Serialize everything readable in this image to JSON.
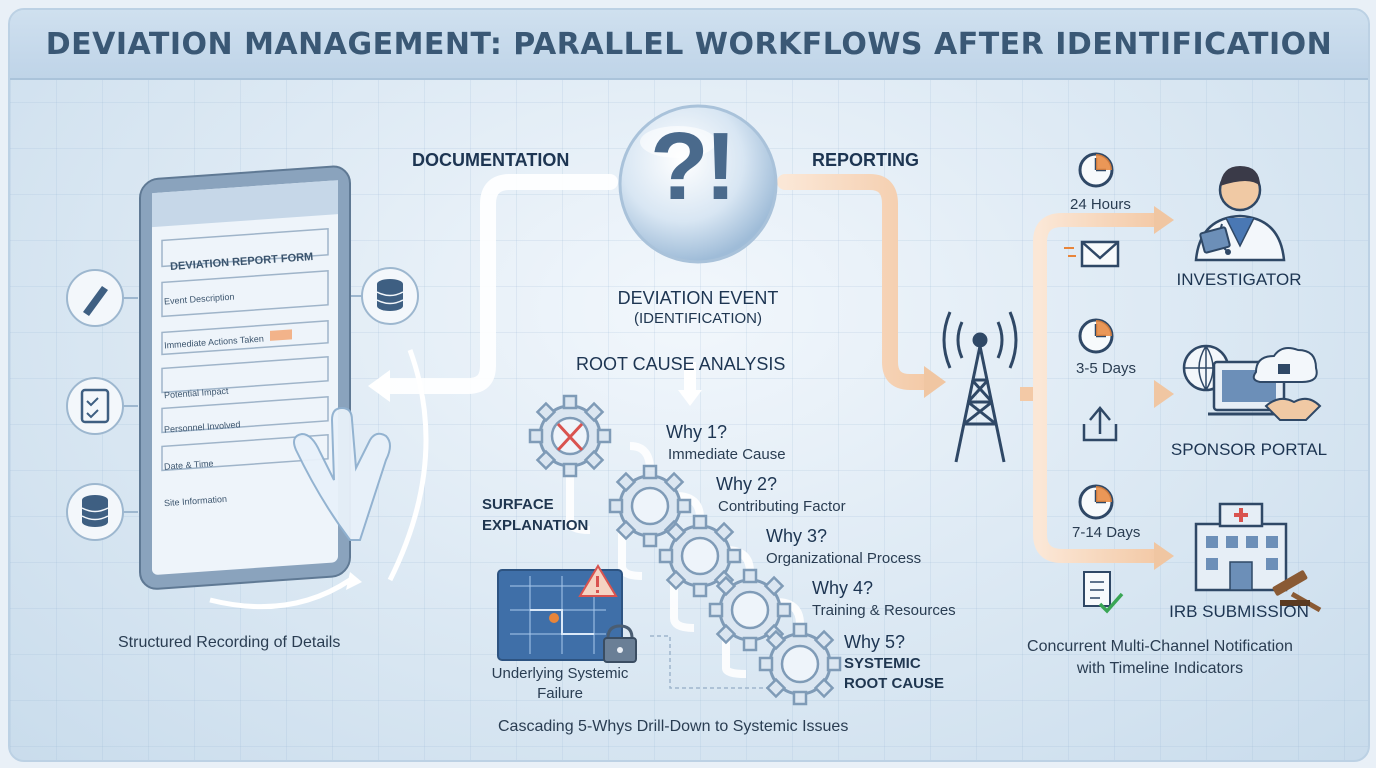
{
  "title": "DEVIATION MANAGEMENT: PARALLEL WORKFLOWS AFTER IDENTIFICATION",
  "center": {
    "event_label": "DEVIATION EVENT",
    "event_sub": "(IDENTIFICATION)",
    "glyph": "?!"
  },
  "flows": {
    "documentation": "DOCUMENTATION",
    "reporting": "REPORTING",
    "root_cause": "ROOT CAUSE ANALYSIS"
  },
  "documentation": {
    "form_title": "DEVIATION REPORT FORM",
    "form_rows": [
      "Event Description",
      "Immediate Actions Taken",
      "Potential Impact",
      "Personnel Involved",
      "Date & Time",
      "Site Information"
    ],
    "caption": "Structured Recording of Details",
    "icons": [
      "pen-icon",
      "database-icon",
      "clipboard-icon",
      "database-icon"
    ]
  },
  "rca": {
    "whys": [
      {
        "q": "Why 1?",
        "a": "Immediate Cause"
      },
      {
        "q": "Why 2?",
        "a": "Contributing Factor"
      },
      {
        "q": "Why 3?",
        "a": "Organizational Process"
      },
      {
        "q": "Why 4?",
        "a": "Training & Resources"
      },
      {
        "q": "Why 5?",
        "a": "SYSTEMIC ROOT CAUSE"
      }
    ],
    "surface": "SURFACE EXPLANATION",
    "underlying": "Underlying Systemic Failure",
    "caption": "Cascading 5-Whys Drill-Down to Systemic Issues"
  },
  "reporting": {
    "channels": [
      {
        "time": "24 Hours",
        "target": "INVESTIGATOR",
        "icon": "envelope-icon"
      },
      {
        "time": "3-5 Days",
        "target": "SPONSOR PORTAL",
        "icon": "upload-icon"
      },
      {
        "time": "7-14 Days",
        "target": "IRB SUBMISSION",
        "icon": "document-check-icon"
      }
    ],
    "caption_1": "Concurrent Multi-Channel Notification",
    "caption_2": "with Timeline Indicators"
  },
  "colors": {
    "title": "#3a5875",
    "doc_arrow": "#f4f8fc",
    "report_arrow": "#f6d6bd",
    "accent_red": "#d9534f",
    "accent_orange": "#e8853a"
  }
}
